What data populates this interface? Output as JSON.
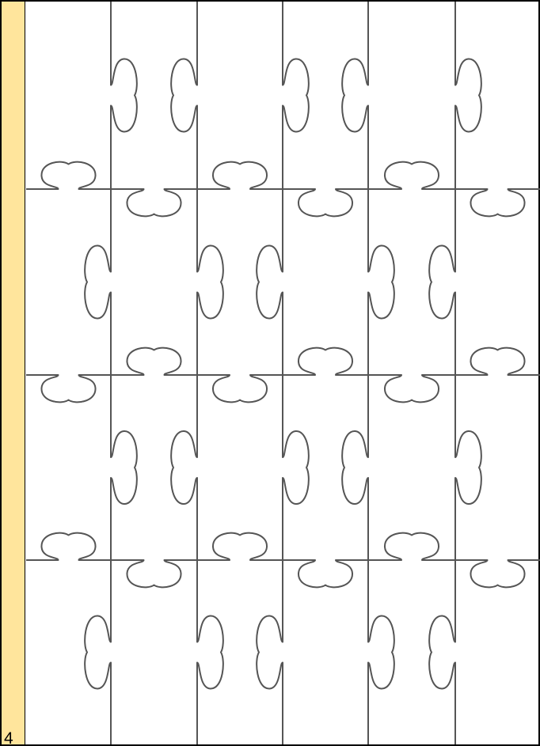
{
  "page": {
    "page_number": "4"
  },
  "puzzle": {
    "columns": 6,
    "rows": 4,
    "colors": {
      "sidebar": "#ffe59c",
      "line": "#555555",
      "background": "#ffffff"
    }
  }
}
